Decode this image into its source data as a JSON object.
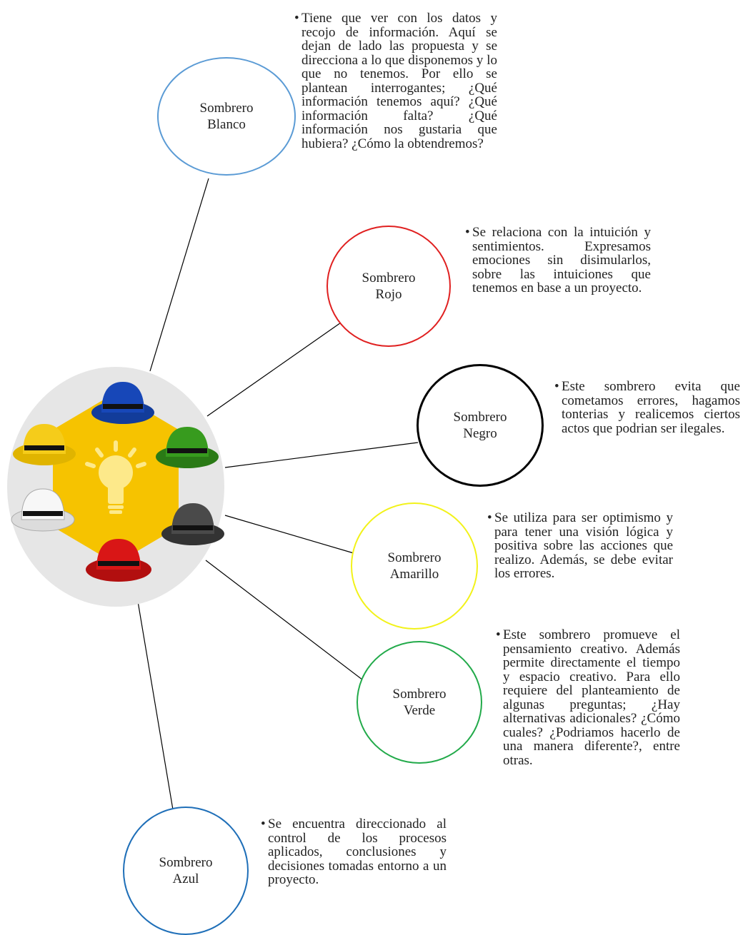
{
  "colors": {
    "blanco": "#5b9bd5",
    "rojo": "#e02020",
    "negro": "#000000",
    "amarillo": "#f2f21a",
    "verde": "#22aa4a",
    "azul": "#1f6fb8",
    "hexagon": "#f6c300",
    "hub_bg": "#e6e6e6",
    "connector": "#000000"
  },
  "hub": {
    "icon": "lightbulb-icon",
    "hats": [
      "blue-hat-icon",
      "green-hat-icon",
      "black-hat-icon",
      "red-hat-icon",
      "white-hat-icon",
      "yellow-hat-icon"
    ]
  },
  "nodes": [
    {
      "id": "blanco",
      "label": "Sombrero\nBlanco",
      "bullet": "•",
      "description": "Tiene que ver con los datos y recojo de información. Aquí se dejan de lado las propuesta y se direcciona a lo que disponemos y lo que no tenemos. Por ello se plantean interrogantes; ¿Qué información tenemos aquí? ¿Qué información falta? ¿Qué información nos gustaria que hubiera? ¿Cómo la obtendremos?"
    },
    {
      "id": "rojo",
      "label": "Sombrero\nRojo",
      "bullet": "•",
      "description": "Se relaciona con la intuición y sentimientos. Expresamos emociones sin disimularlos, sobre las intuiciones que tenemos en base a un proyecto."
    },
    {
      "id": "negro",
      "label": "Sombrero\nNegro",
      "bullet": "•",
      "description": "Este sombrero evita que cometamos errores, hagamos tonterias y realicemos ciertos actos que podrian ser ilegales."
    },
    {
      "id": "amarillo",
      "label": "Sombrero\nAmarillo",
      "bullet": "•",
      "description": "Se utiliza para ser optimismo y para tener una visión lógica y positiva sobre las acciones que realizo. Además, se debe evitar los errores."
    },
    {
      "id": "verde",
      "label": "Sombrero\nVerde",
      "bullet": "•",
      "description": "Este sombrero promueve el pensamiento creativo. Además permite directamente el tiempo y espacio creativo. Para ello requiere del planteamiento de algunas preguntas; ¿Hay alternativas adicionales? ¿Cómo cuales? ¿Podriamos hacerlo de una manera diferente?, entre otras."
    },
    {
      "id": "azul",
      "label": "Sombrero\nAzul",
      "bullet": "•",
      "description": "Se encuentra direccionado al control de los procesos aplicados, conclusiones y decisiones tomadas entorno a un proyecto."
    }
  ]
}
